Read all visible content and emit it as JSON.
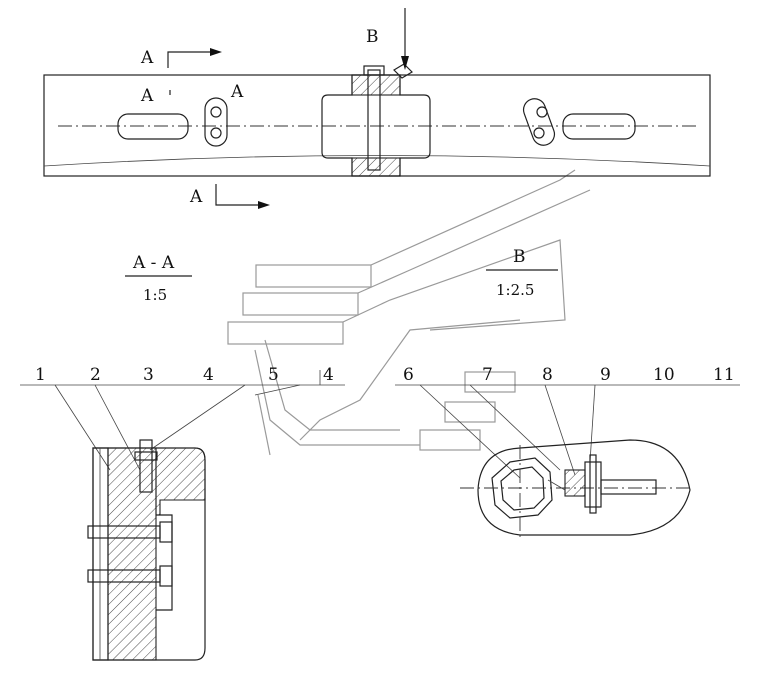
{
  "section_marks": {
    "section_letter": "A",
    "view_letter": "B"
  },
  "section_title": {
    "name": "A - A",
    "scale": "1:5"
  },
  "detail_title": {
    "name": "B",
    "scale": "1:2.5"
  },
  "callouts": [
    "1",
    "2",
    "3",
    "4",
    "5",
    "4",
    "6",
    "7",
    "8",
    "9",
    "10",
    "11"
  ]
}
